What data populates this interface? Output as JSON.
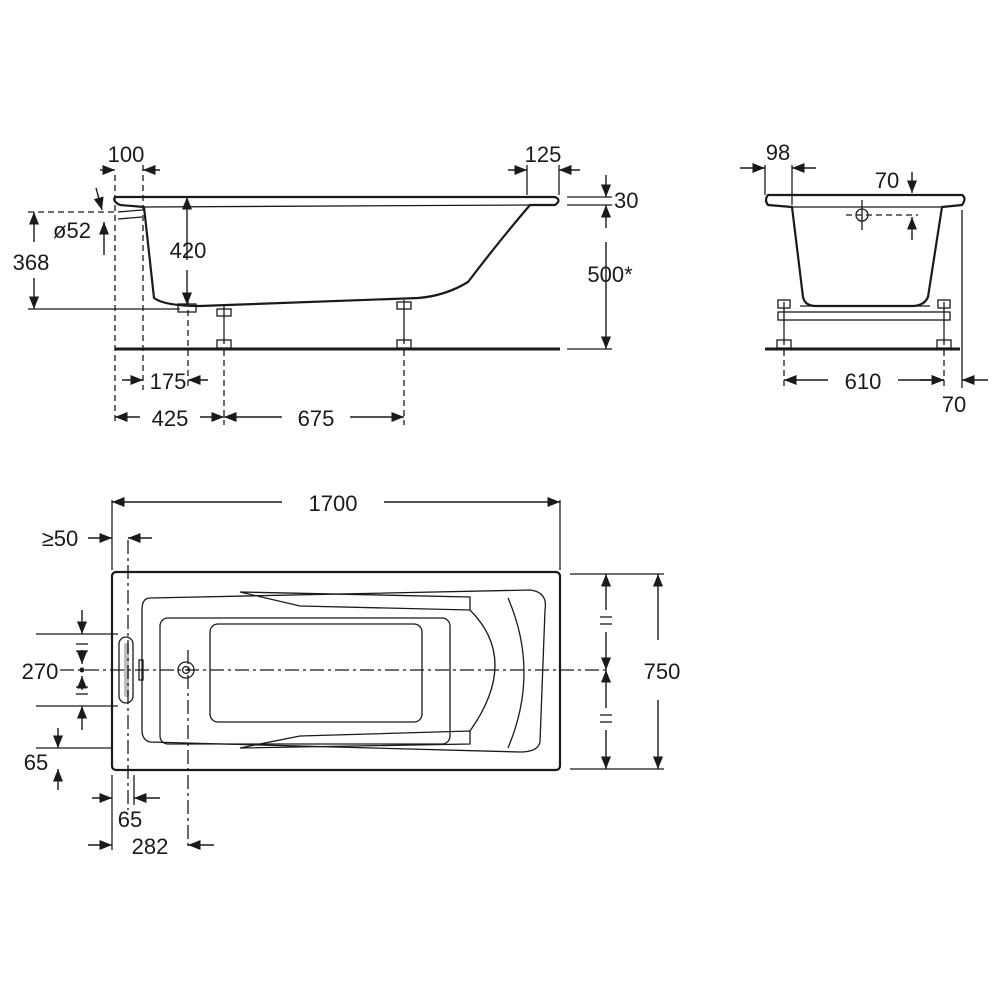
{
  "side_view": {
    "labels": {
      "rim_left": "100",
      "rim_right": "125",
      "rim_thickness": "30",
      "overflow_diameter": "ø52",
      "overflow_height": "368",
      "inner_depth": "420",
      "total_height": "500*",
      "drain_offset": "175",
      "leg_left": "425",
      "leg_spacing": "675"
    }
  },
  "end_view": {
    "labels": {
      "rim_width": "98",
      "overflow_offset": "70",
      "leg_width": "610",
      "foot_offset": "70"
    }
  },
  "plan_view": {
    "labels": {
      "length": "1700",
      "wall_clearance": "≥50",
      "width": "750",
      "overflow_spacing": "270",
      "corner_offset_vertical": "65",
      "corner_offset_horizontal": "65",
      "drain_position": "282"
    }
  }
}
